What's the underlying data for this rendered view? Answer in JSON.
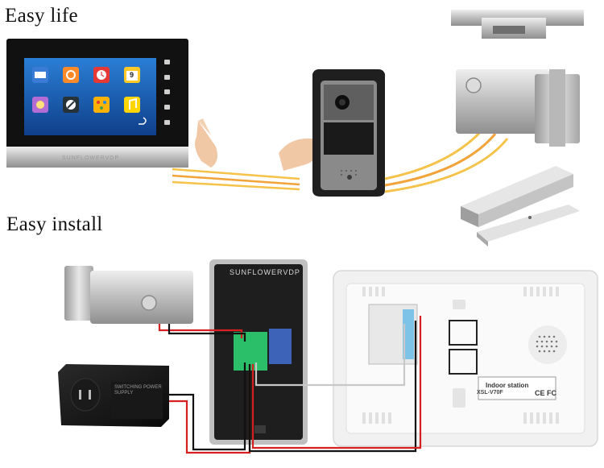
{
  "headings": {
    "easy_life": "Easy life",
    "easy_install": "Easy install"
  },
  "brand": {
    "monitor_top": "SUNFLOWERVDP",
    "outdoor_unit": "SUNFLOWERVDP"
  },
  "monitor": {
    "calendar_day": "9",
    "side_icons": [
      "lock-icon",
      "camera-icon",
      "unlock-icon",
      "settings-icon",
      "speaker-icon"
    ],
    "app_icons": [
      "card-icon",
      "gear-icon",
      "clock-icon",
      "calendar-icon",
      "flower-icon",
      "dial-icon",
      "palette-icon",
      "music-icon"
    ]
  },
  "indoor_label": {
    "title": "Indoor station",
    "model": "XSL-V70F",
    "marks": "CE FC"
  },
  "psu_label": "SWITCHING POWER SUPPLY",
  "colors": {
    "wave_yellow": "#f5c24a",
    "wave_orange": "#f2a33a",
    "wire_red": "#d62020",
    "wire_black": "#111111",
    "wire_white": "#c8c8c8",
    "screen_blue": "#1c5fb5"
  }
}
